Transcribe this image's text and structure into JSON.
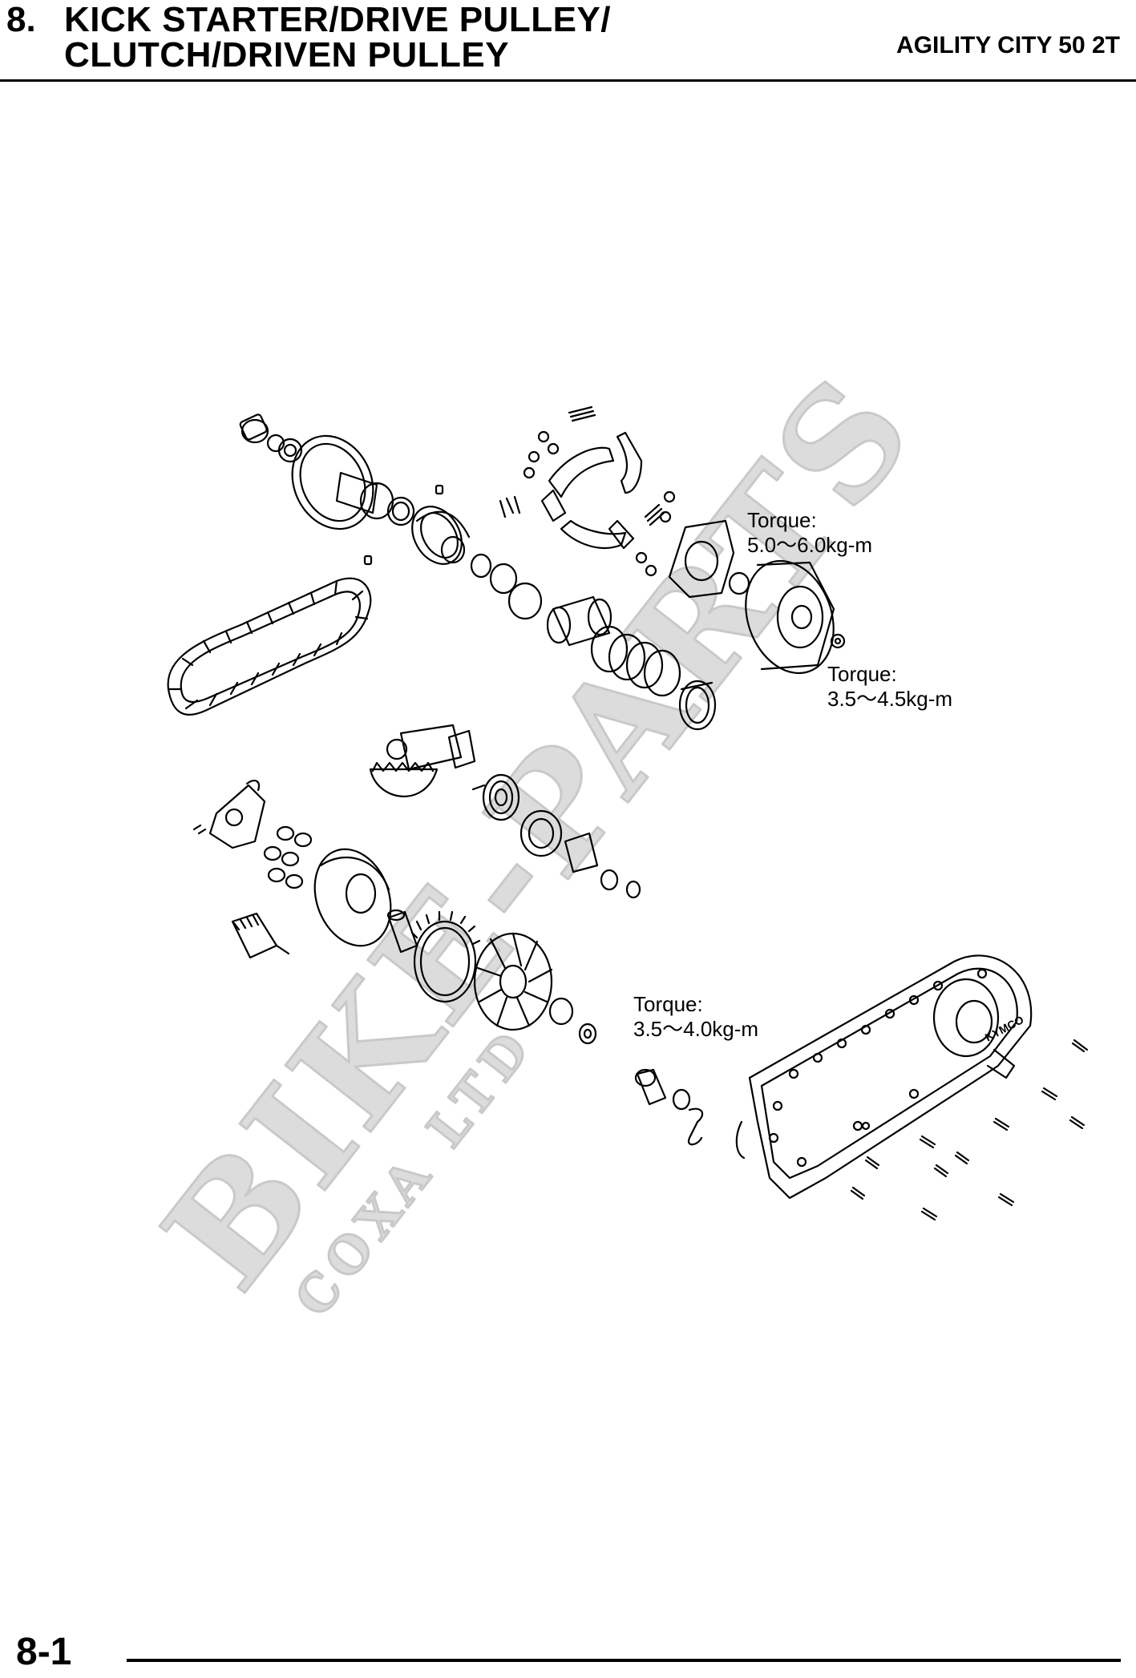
{
  "header": {
    "section_number": "8.",
    "title_line1": "KICK STARTER/DRIVE PULLEY/",
    "title_line2": "CLUTCH/DRIVEN PULLEY",
    "model": "AGILITY CITY 50 2T"
  },
  "torque_labels": [
    {
      "label": "Torque:",
      "value": "5.0～6.0kg-m"
    },
    {
      "label": "Torque:",
      "value": "3.5～4.5kg-m"
    },
    {
      "label": "Torque:",
      "value": "3.5～4.0kg-m"
    }
  ],
  "watermark": {
    "brand": "BIKE-PARTS",
    "sub": "COXA LTD"
  },
  "cover_logo": "KYMCO",
  "colors": {
    "ink": "#000000",
    "watermark": "#d9d9d9"
  },
  "footer": {
    "page_number": "8-1"
  }
}
